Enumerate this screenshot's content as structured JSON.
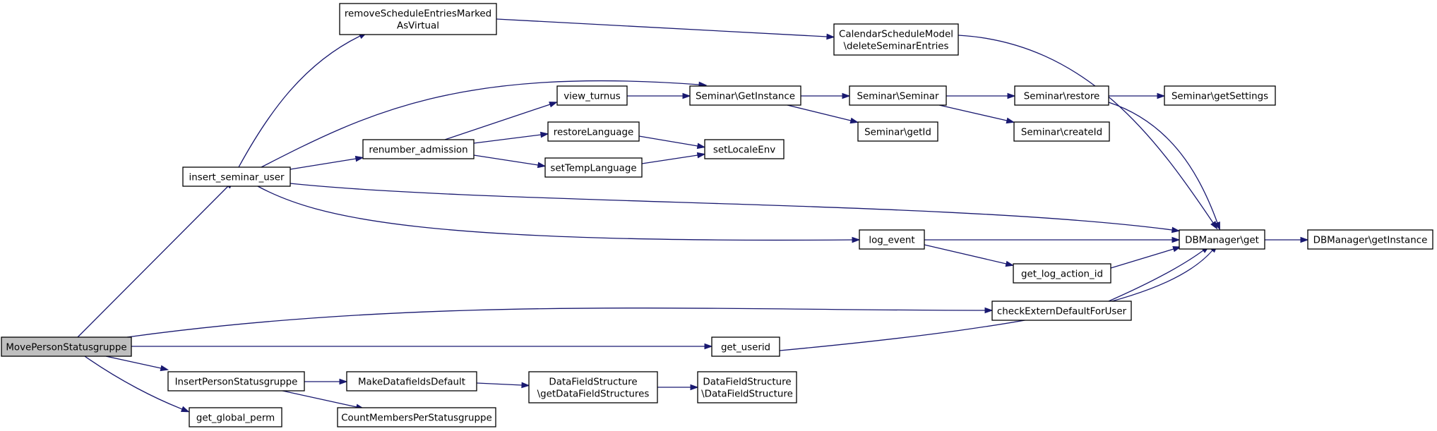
{
  "nodes": [
    {
      "id": "move_person",
      "lines": [
        "MovePersonStatusgruppe"
      ],
      "root": true
    },
    {
      "id": "insert_seminar_user",
      "lines": [
        "insert_seminar_user"
      ]
    },
    {
      "id": "insert_person_statusgruppe",
      "lines": [
        "InsertPersonStatusgruppe"
      ]
    },
    {
      "id": "get_global_perm",
      "lines": [
        "get_global_perm"
      ]
    },
    {
      "id": "remove_schedule",
      "lines": [
        "removeScheduleEntriesMarked",
        "AsVirtual"
      ]
    },
    {
      "id": "renumber_admission",
      "lines": [
        "renumber_admission"
      ]
    },
    {
      "id": "view_turnus",
      "lines": [
        "view_turnus"
      ]
    },
    {
      "id": "restore_language",
      "lines": [
        "restoreLanguage"
      ]
    },
    {
      "id": "set_temp_language",
      "lines": [
        "setTempLanguage"
      ]
    },
    {
      "id": "set_locale_env",
      "lines": [
        "setLocaleEnv"
      ]
    },
    {
      "id": "seminar_getinstance",
      "lines": [
        "Seminar\\GetInstance"
      ]
    },
    {
      "id": "seminar_seminar",
      "lines": [
        "Seminar\\Seminar"
      ]
    },
    {
      "id": "seminar_getid",
      "lines": [
        "Seminar\\getId"
      ]
    },
    {
      "id": "seminar_restore",
      "lines": [
        "Seminar\\restore"
      ]
    },
    {
      "id": "seminar_createid",
      "lines": [
        "Seminar\\createId"
      ]
    },
    {
      "id": "seminar_getsettings",
      "lines": [
        "Seminar\\getSettings"
      ]
    },
    {
      "id": "calendar_delete",
      "lines": [
        "CalendarScheduleModel",
        "\\deleteSeminarEntries"
      ]
    },
    {
      "id": "log_event",
      "lines": [
        "log_event"
      ]
    },
    {
      "id": "get_log_action_id",
      "lines": [
        "get_log_action_id"
      ]
    },
    {
      "id": "check_extern",
      "lines": [
        "checkExternDefaultForUser"
      ]
    },
    {
      "id": "get_userid",
      "lines": [
        "get_userid"
      ]
    },
    {
      "id": "dbmanager_get",
      "lines": [
        "DBManager\\get"
      ]
    },
    {
      "id": "dbmanager_getinstance",
      "lines": [
        "DBManager\\getInstance"
      ]
    },
    {
      "id": "make_datafields",
      "lines": [
        "MakeDatafieldsDefault"
      ]
    },
    {
      "id": "count_members",
      "lines": [
        "CountMembersPerStatusgruppe"
      ]
    },
    {
      "id": "datafield_get",
      "lines": [
        "DataFieldStructure",
        "\\getDataFieldStructures"
      ]
    },
    {
      "id": "datafield_struct",
      "lines": [
        "DataFieldStructure",
        "\\DataFieldStructure"
      ]
    }
  ],
  "edges": [
    [
      "move_person",
      "insert_seminar_user"
    ],
    [
      "move_person",
      "check_extern"
    ],
    [
      "move_person",
      "get_userid"
    ],
    [
      "move_person",
      "insert_person_statusgruppe"
    ],
    [
      "move_person",
      "get_global_perm"
    ],
    [
      "insert_seminar_user",
      "remove_schedule"
    ],
    [
      "insert_seminar_user",
      "seminar_getinstance"
    ],
    [
      "insert_seminar_user",
      "renumber_admission"
    ],
    [
      "insert_seminar_user",
      "dbmanager_get"
    ],
    [
      "insert_seminar_user",
      "log_event"
    ],
    [
      "remove_schedule",
      "calendar_delete"
    ],
    [
      "calendar_delete",
      "dbmanager_get"
    ],
    [
      "renumber_admission",
      "view_turnus"
    ],
    [
      "renumber_admission",
      "restore_language"
    ],
    [
      "renumber_admission",
      "set_temp_language"
    ],
    [
      "view_turnus",
      "seminar_getinstance"
    ],
    [
      "restore_language",
      "set_locale_env"
    ],
    [
      "set_temp_language",
      "set_locale_env"
    ],
    [
      "seminar_getinstance",
      "seminar_seminar"
    ],
    [
      "seminar_getinstance",
      "seminar_getid"
    ],
    [
      "seminar_seminar",
      "seminar_restore"
    ],
    [
      "seminar_seminar",
      "seminar_createid"
    ],
    [
      "seminar_restore",
      "seminar_getsettings"
    ],
    [
      "seminar_restore",
      "dbmanager_get"
    ],
    [
      "log_event",
      "dbmanager_get"
    ],
    [
      "log_event",
      "get_log_action_id"
    ],
    [
      "get_log_action_id",
      "dbmanager_get"
    ],
    [
      "check_extern",
      "dbmanager_get"
    ],
    [
      "get_userid",
      "dbmanager_get"
    ],
    [
      "dbmanager_get",
      "dbmanager_getinstance"
    ],
    [
      "insert_person_statusgruppe",
      "make_datafields"
    ],
    [
      "insert_person_statusgruppe",
      "count_members"
    ],
    [
      "make_datafields",
      "datafield_get"
    ],
    [
      "datafield_get",
      "datafield_struct"
    ]
  ],
  "colors": {
    "edge": "#191970",
    "node_border": "#000000",
    "root_fill": "#bfbfbf",
    "node_fill": "#ffffff"
  }
}
